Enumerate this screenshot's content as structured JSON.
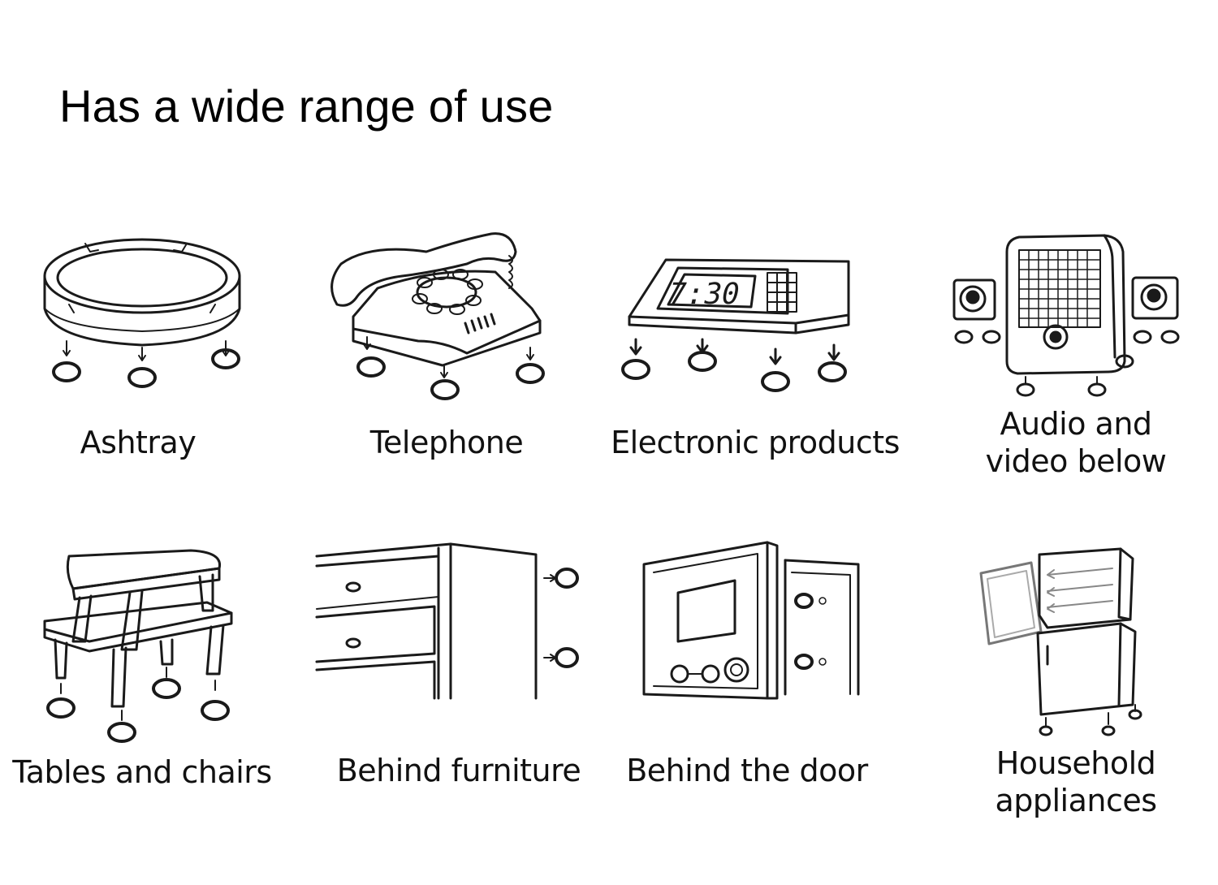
{
  "title": "Has a wide range of use",
  "items": [
    {
      "label": "Ashtray",
      "icon": "ashtray-icon"
    },
    {
      "label": "Telephone",
      "icon": "telephone-icon"
    },
    {
      "label": "Electronic products",
      "icon": "alarm-clock-icon",
      "clock_display": "7:30"
    },
    {
      "label_line1": "Audio and",
      "label_line2": "video below",
      "icon": "speaker-system-icon"
    },
    {
      "label": "Tables and chairs",
      "icon": "table-chair-icon"
    },
    {
      "label": "Behind furniture",
      "icon": "cabinet-icon"
    },
    {
      "label": "Behind the door",
      "icon": "door-icon"
    },
    {
      "label_line1": "Household",
      "label_line2": "appliances",
      "icon": "refrigerator-icon"
    }
  ],
  "colors": {
    "line": "#1a1a1a",
    "background": "#ffffff"
  }
}
